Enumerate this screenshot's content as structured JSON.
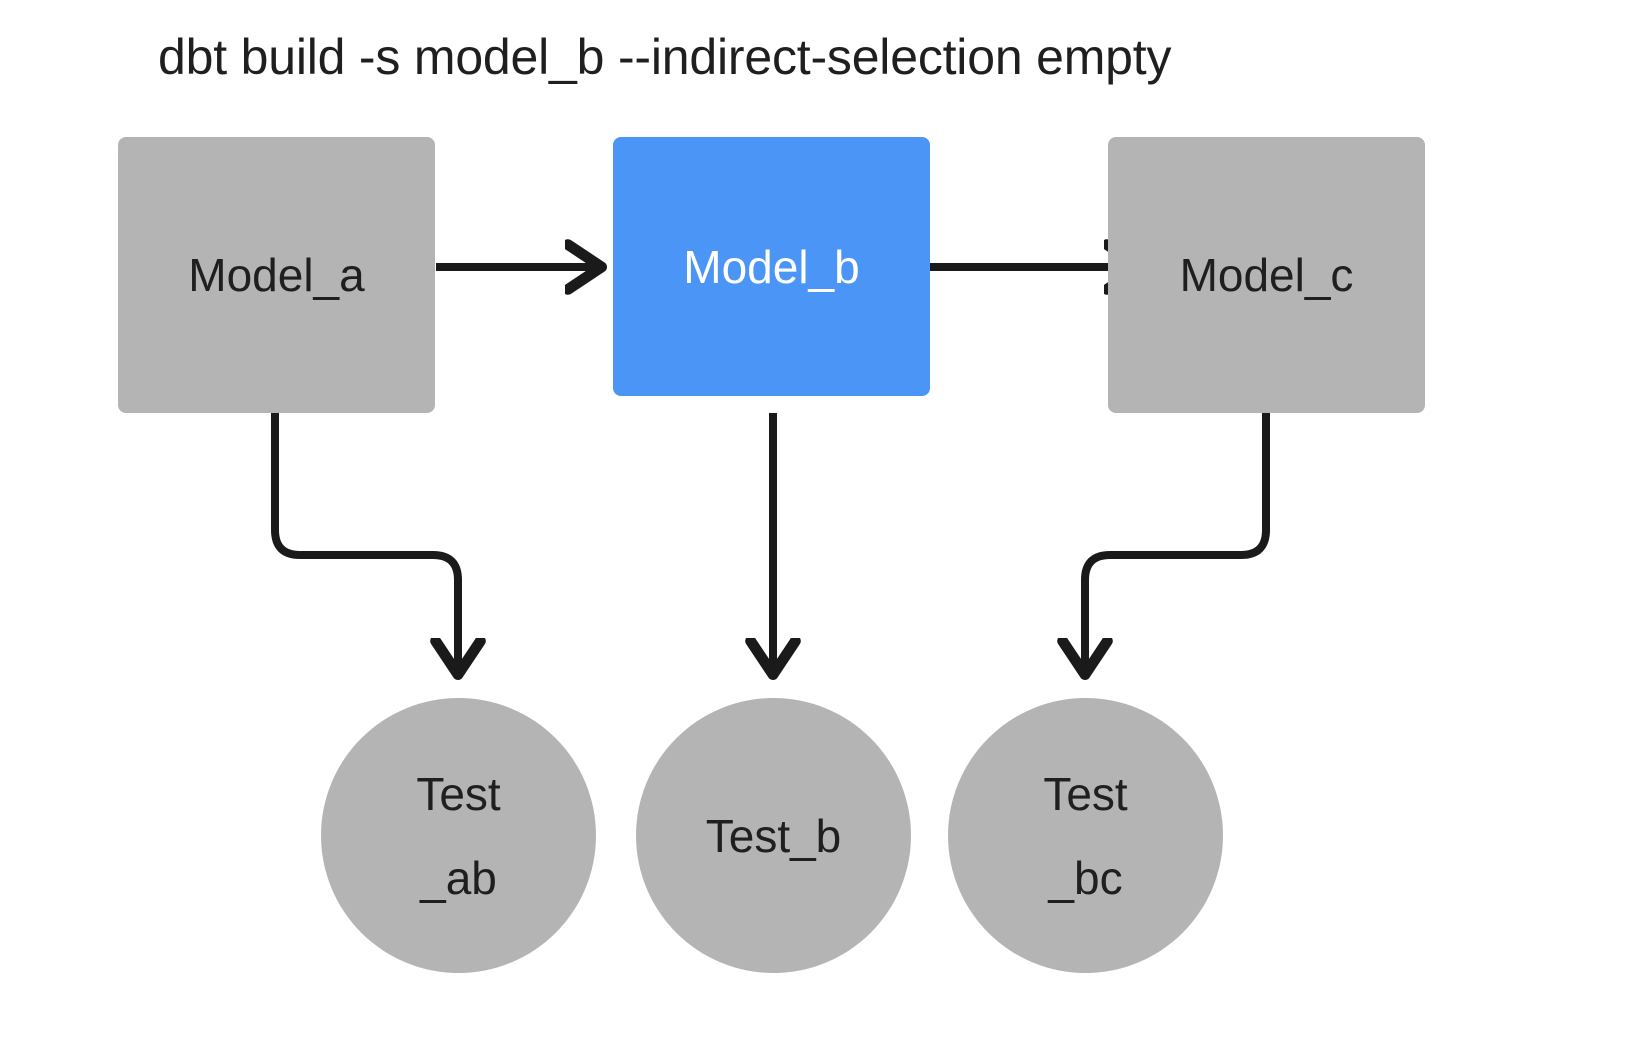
{
  "diagram": {
    "title": "dbt build -s model_b --indirect-selection empty",
    "type": "dag",
    "background_color": "#ffffff",
    "edge_color": "#1a1a1a",
    "palette": {
      "node_default": "#b4b4b4",
      "node_selected": "#4a95f5",
      "text_default": "#1f1f1f",
      "text_selected": "#ffffff"
    },
    "nodes": [
      {
        "id": "model_a",
        "label": "Model_a",
        "shape": "rect",
        "fill": "#b4b4b4",
        "text_color": "#1f1f1f",
        "selected": false
      },
      {
        "id": "model_b",
        "label": "Model_b",
        "shape": "rect",
        "fill": "#4a95f5",
        "text_color": "#ffffff",
        "selected": true
      },
      {
        "id": "model_c",
        "label": "Model_c",
        "shape": "rect",
        "fill": "#b4b4b4",
        "text_color": "#1f1f1f",
        "selected": false
      },
      {
        "id": "test_ab",
        "label": "Test_ab",
        "label_line1": "Test",
        "label_line2": "_ab",
        "shape": "circle",
        "fill": "#b4b4b4",
        "text_color": "#1f1f1f",
        "selected": false
      },
      {
        "id": "test_b",
        "label": "Test_b",
        "label_line1": "Test_b",
        "label_line2": "",
        "shape": "circle",
        "fill": "#b4b4b4",
        "text_color": "#1f1f1f",
        "selected": false
      },
      {
        "id": "test_bc",
        "label": "Test_bc",
        "label_line1": "Test",
        "label_line2": "_bc",
        "shape": "circle",
        "fill": "#b4b4b4",
        "text_color": "#1f1f1f",
        "selected": false
      }
    ],
    "edges": [
      {
        "from": "model_a",
        "to": "model_b",
        "style": "straight-horizontal"
      },
      {
        "from": "model_b",
        "to": "model_c",
        "style": "straight-horizontal"
      },
      {
        "from": "model_a",
        "to": "test_ab",
        "style": "orthogonal"
      },
      {
        "from": "model_b",
        "to": "test_b",
        "style": "straight-vertical"
      },
      {
        "from": "model_c",
        "to": "test_bc",
        "style": "orthogonal"
      }
    ]
  }
}
